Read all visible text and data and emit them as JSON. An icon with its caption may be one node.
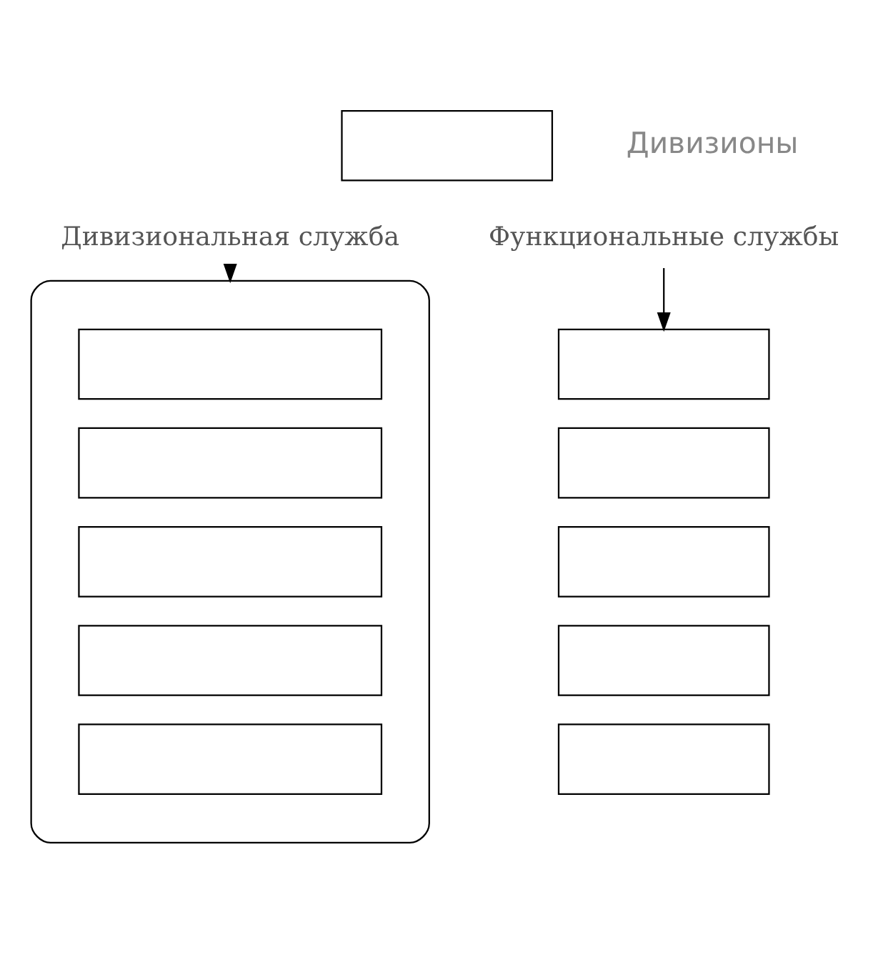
{
  "diagram": {
    "nodes": [
      {
        "text": [],
        "shape": "box"
      },
      {
        "text": [
          "Функциональные службы"
        ]
      },
      {
        "text": [
          "Дивизиональная служба"
        ]
      },
      {
        "text": [],
        "shape": "box"
      },
      {
        "text": [],
        "shape": "box"
      },
      {
        "text": [],
        "shape": "box"
      },
      {
        "text": [],
        "shape": "box"
      },
      {
        "text": [],
        "shape": "box"
      },
      {
        "text": [],
        "shape": "box"
      },
      {
        "text": [],
        "shape": "box",
        "in": 8
      },
      {
        "text": [],
        "shape": "box",
        "in": 8
      },
      {
        "text": [],
        "shape": "box",
        "in": 8
      },
      {
        "text": [],
        "shape": "box",
        "in": 8
      },
      {
        "text": [],
        "shape": "box",
        "in": 8
      }
    ],
    "edges": [
      {
        "from": 1,
        "to": 3,
        "arrow": "to"
      },
      {
        "from": 2,
        "to": 8,
        "arrow": "to"
      }
    ],
    "labels": [
      "Дивизионы"
    ]
  }
}
